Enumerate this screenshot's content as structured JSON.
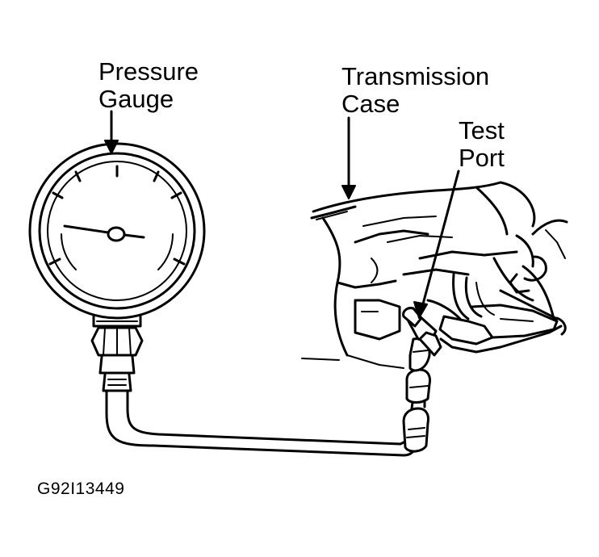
{
  "labels": {
    "pressure_gauge": [
      "Pressure",
      "Gauge"
    ],
    "transmission_case": [
      "Transmission",
      "Case"
    ],
    "test_port": [
      "Test",
      "Port"
    ]
  },
  "figure_id": "G92I13449",
  "colors": {
    "ink": "#000000",
    "paper": "#ffffff"
  }
}
